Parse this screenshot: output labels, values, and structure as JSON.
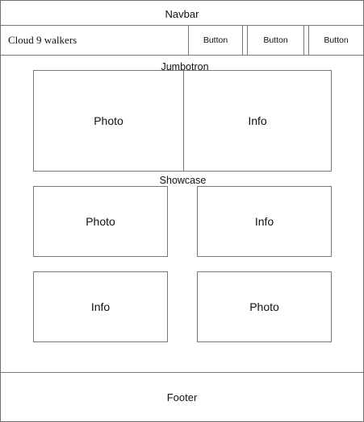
{
  "navbar": {
    "title": "Navbar",
    "brand": "Cloud 9 walkers",
    "buttons": [
      "Button",
      "Button",
      "Button"
    ]
  },
  "jumbotron": {
    "title": "Jumbotron",
    "left": "Photo",
    "right": "Info"
  },
  "showcase": {
    "title": "Showcase",
    "cards": [
      "Photo",
      "Info",
      "Info",
      "Photo"
    ]
  },
  "footer": {
    "label": "Footer"
  }
}
